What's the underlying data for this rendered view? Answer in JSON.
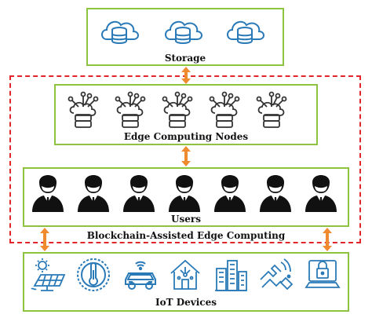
{
  "storage": {
    "label": "Storage",
    "icons": [
      "database-cloud-icon",
      "database-cloud-icon",
      "database-cloud-icon"
    ]
  },
  "edge": {
    "label": "Edge Computing Nodes",
    "icons": [
      "edge-node-icon",
      "edge-node-icon",
      "edge-node-icon",
      "edge-node-icon",
      "edge-node-icon"
    ]
  },
  "users": {
    "label": "Users",
    "icons": [
      "user-icon",
      "user-icon",
      "user-icon",
      "user-icon",
      "user-icon",
      "user-icon",
      "user-icon"
    ]
  },
  "blockchain": {
    "label": "Blockchain-Assisted Edge Computing"
  },
  "iot": {
    "label": "IoT Devices",
    "icons": [
      "solar-panel-icon",
      "thermostat-icon",
      "connected-car-icon",
      "smart-home-icon",
      "smart-building-icon",
      "voice-assistant-icon",
      "smart-lock-icon"
    ]
  },
  "colors": {
    "box_border": "#8cc43f",
    "dashed_border": "#e0262b",
    "arrow": "#ef8a2f",
    "icon_stroke": "#2a7ab8",
    "user": "#111111"
  }
}
